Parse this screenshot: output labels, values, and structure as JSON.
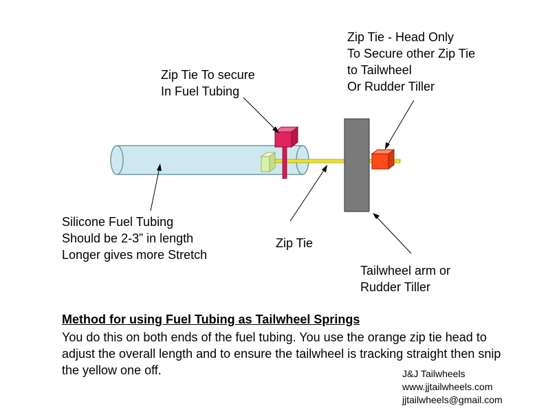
{
  "labels": {
    "zip_tie_secure": [
      "Zip Tie To secure",
      "In Fuel Tubing"
    ],
    "zip_tie_head": [
      "Zip Tie - Head Only",
      "To Secure other Zip Tie",
      "to Tailwheel",
      "Or Rudder Tiller"
    ],
    "silicone_tubing": [
      "Silicone Fuel Tubing",
      "Should be 2-3” in length",
      "Longer gives more Stretch"
    ],
    "zip_tie": "Zip Tie",
    "tailwheel_arm": [
      "Tailwheel arm or",
      "Rudder Tiller"
    ]
  },
  "footer": {
    "title": "Method for using Fuel Tubing as Tailwheel Springs",
    "body": "You do this on both ends of the fuel tubing.  You use the orange zip tie head to adjust the overall length and to ensure the tailwheel is tracking straight then snip the yellow one off."
  },
  "contact": {
    "company": "J&J Tailwheels",
    "website": "www.jjtailwheels.com",
    "email": "jjtailwheels@gmail.com"
  },
  "colors": {
    "tubing_fill": "#cfe8ef",
    "tubing_stroke": "#6f9aa8",
    "zip_tie_yellow": "#e8e23a",
    "inner_block": "#d9f0a8",
    "magenta_head": "#e0245e",
    "orange_head": "#ff4a1c",
    "tailwheel_arm": "#7a7a7a",
    "arrow": "#000000"
  }
}
